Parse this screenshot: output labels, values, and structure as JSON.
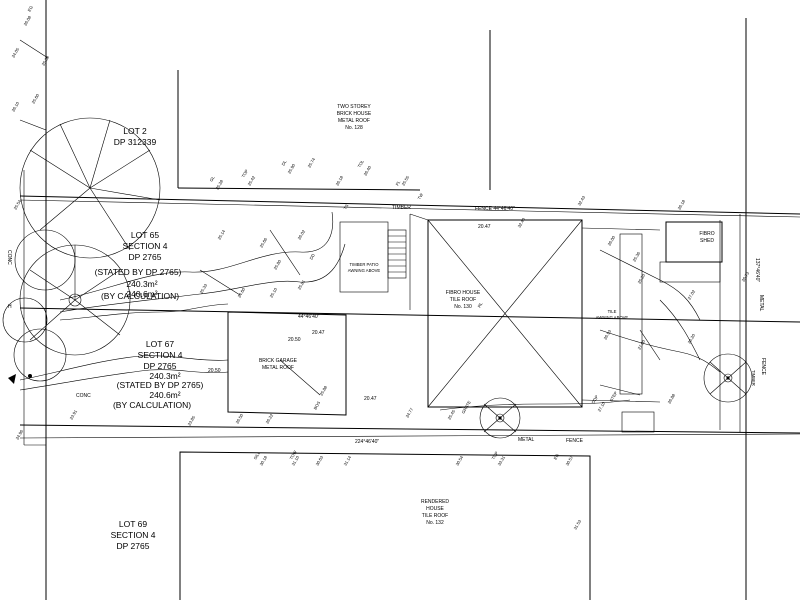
{
  "lots": {
    "lot2": [
      "LOT 2",
      "DP 312339"
    ],
    "lot65": [
      "LOT 65",
      "SECTION 4",
      "DP 2765",
      "(STATED BY DP 2765)",
      "240.3m²",
      "240.6m²",
      "(BY CALCULATION)"
    ],
    "lot67": [
      "LOT 67",
      "SECTION 4",
      "DP 2765",
      "(STATED BY DP 2765)",
      "240.3m²",
      "240.6m²",
      "(BY CALCULATION)"
    ],
    "lot69": [
      "LOT 69",
      "SECTION 4",
      "DP 2765"
    ]
  },
  "buildings": {
    "two_storey": [
      "TWO STOREY",
      "BRICK HOUSE",
      "METAL ROOF",
      "No. 128"
    ],
    "fibro_house": [
      "FIBRO HOUSE",
      "TILE ROOF",
      "No. 130"
    ],
    "brick_garage": [
      "BRICK GARAGE",
      "METAL ROOF"
    ],
    "rendered_house": [
      "RENDERED",
      "HOUSE",
      "TILE ROOF",
      "No. 132"
    ],
    "fibro_shed": [
      "FIBRO",
      "SHED"
    ],
    "timber_patio": [
      "TIMBER PATIO",
      "AWNING ABOVE"
    ],
    "tile_awning": [
      "TILE",
      "AWNING ABOVE"
    ]
  },
  "fence_labels": {
    "top": "FENCE 44°46'40\"",
    "bottom_bearing": "224°46'40\"",
    "bottom_metal": "METAL",
    "bottom_fence": "FENCE",
    "mid_bearing": "44°46'40\"",
    "timber": "TIMBER",
    "right_metal": "METAL",
    "right_fence": "FENCE",
    "right_timber": "TIMBER"
  },
  "dimensions": {
    "top_frontage": "20.47",
    "mid": "20.47",
    "bottom": "20.47",
    "garage_left": "20.50",
    "garage_bottom": "20.50"
  },
  "street": {
    "left": "CONC",
    "left2": "H",
    "bottom_conc": "CONC",
    "right": "137°46'40\""
  },
  "levels": [
    "26.08",
    "24.05",
    "25.30",
    "26.10",
    "25.60",
    "25.54",
    "25.28",
    "25.42",
    "25.90",
    "25.74",
    "26.18",
    "26.40",
    "25.55",
    "25.14",
    "25.66",
    "25.80",
    "26.02",
    "25.33",
    "24.60",
    "25.10",
    "25.81",
    "24.96",
    "23.91",
    "23.85",
    "26.50",
    "26.22",
    "25.88",
    "24.77",
    "25.45",
    "30.18",
    "31.10",
    "30.63",
    "31.14",
    "30.54",
    "33.31",
    "30.57",
    "31.53",
    "32.40",
    "32.43",
    "26.00",
    "25.36",
    "25.20",
    "26.18",
    "27.02",
    "26.93",
    "27.00",
    "26.20",
    "27.10",
    "26.88",
    "26.73"
  ],
  "level_codes": [
    "EG",
    "GL",
    "TOP",
    "DL",
    "TOL",
    "DD",
    "SILL",
    "FL",
    "BOS",
    "TOW",
    "RL",
    "EG",
    "GRATE",
    "TOP",
    "DDP",
    "STEP",
    "TS",
    "TW"
  ]
}
